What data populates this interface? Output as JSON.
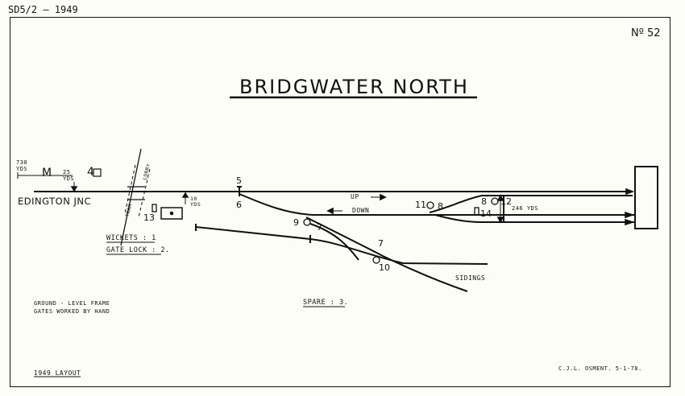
{
  "header": {
    "ref": "SD5/2 – 1949",
    "number": "Nº 52"
  },
  "title": "BRIDGWATER NORTH",
  "location": {
    "west": "EDINGTON JNC"
  },
  "distances": {
    "west_post": "730\nYDS",
    "post_25": "25\nYDS",
    "gate_10": "10\nYDS",
    "loop_246": "246 YDS"
  },
  "signals": {
    "sig_4": "4",
    "sig_5": "5",
    "sig_6": "6",
    "sig_7a": "7",
    "sig_7b": "7",
    "sig_8a": "8",
    "sig_8b": "8",
    "sig_9": "9",
    "sig_10": "10",
    "sig_11": "11",
    "sig_12": "12",
    "sig_13": "13",
    "sig_14": "14"
  },
  "directions": {
    "up": "UP",
    "down": "DOWN"
  },
  "labels": {
    "wickets": "WICKETS : 1",
    "gate_lock": "GATE LOCK : 2.",
    "sidings": "SIDINGS",
    "spare": "SPARE : 3.",
    "frame_note_1": "GROUND - LEVEL  FRAME",
    "frame_note_2": "GATES WORKED BY HAND",
    "lorry": "LORRY",
    "tram": "TRAM",
    "m": "M"
  },
  "footer": {
    "layout": "1949  LAYOUT",
    "author": "C.J.L.  OSMENT.   5-1-78."
  }
}
